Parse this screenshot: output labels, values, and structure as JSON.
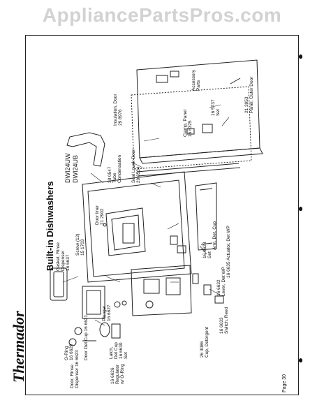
{
  "watermark": "AppliancePartsPros.com",
  "brand": "Thermador",
  "heading": "Built-in Dishwashers",
  "models": [
    "DWI24UW",
    "DWI24UB"
  ],
  "page": "Page 30",
  "labels": {
    "l1": [
      "Gasket, Rinse",
      "Dispenser",
      "16 6637"
    ],
    "l2": [
      "Screw (12)",
      "15 1703"
    ],
    "l3": [
      "Door liner",
      "21 2902"
    ],
    "l4": [
      "Door Det Cup 16 6621"
    ],
    "l5": [
      "Plunger",
      "16 6627"
    ],
    "l6": [
      "Latch,",
      "Det Cup",
      "16 6630",
      "Set"
    ],
    "l7": [
      "O-Ring",
      "16 6629"
    ],
    "l8": [
      "16 6626",
      "Regulator",
      "w/ O-Ring"
    ],
    "l9": [
      "Door, Rinse",
      "Dispenser 16 6623"
    ],
    "l10": [
      "26 3086",
      "Cup, Detergent"
    ],
    "l11": [
      "16 6633",
      "Switch, Reed"
    ],
    "l12": [
      "16 6632",
      "Lever, Det WP"
    ],
    "l13": [
      "16 6635 Actuator, Det WP"
    ],
    "l14": [
      "16 6628",
      "Set"
    ],
    "l15": [
      "Arm, Det. Cup"
    ],
    "l16": [
      "Seal Lower Door",
      "29 8534"
    ],
    "l17": [
      "30 0547",
      "Tube",
      "Condensation"
    ],
    "l18": [
      "Insulation, Door",
      "29 8976"
    ],
    "l19": [
      "Clamp, Panel",
      "16 6325"
    ],
    "l20": [
      "16 5737",
      "Set"
    ],
    "l21": [
      "Accessory",
      "Parts"
    ],
    "l22": [
      "21 3953",
      "Panel, Outer Door"
    ]
  }
}
